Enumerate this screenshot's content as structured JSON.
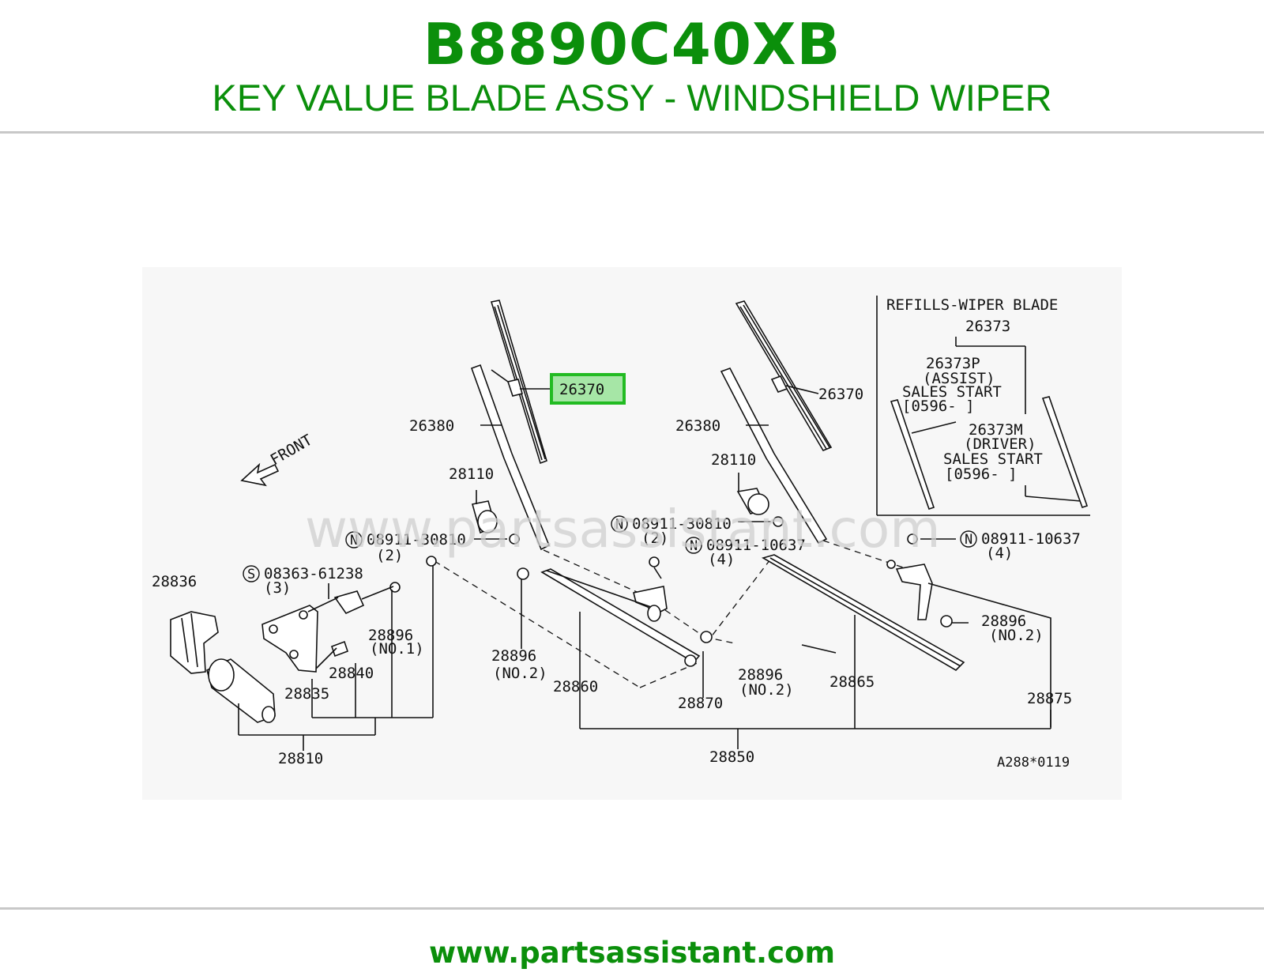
{
  "header": {
    "part_number": "B8890C40XB",
    "part_name": "KEY VALUE BLADE ASSY - WINDSHIELD WIPER"
  },
  "diagram": {
    "watermark": "www.partsassistant.com",
    "front_label": "FRONT",
    "highlight_label": "26370",
    "labels": {
      "blade_right": "26370",
      "arm_left": "26380",
      "arm_right": "26380",
      "pivot_cap_left": "28110",
      "pivot_cap_right": "28110",
      "nut_left_1": "08911-30810",
      "nut_left_1_qty": "(2)",
      "nut_mid_1": "08911-30810",
      "nut_mid_1_qty": "(2)",
      "nut_mid_2": "08911-10637",
      "nut_mid_2_qty": "(4)",
      "nut_right": "08911-10637",
      "nut_right_qty": "(4)",
      "screw": "08363-61238",
      "screw_qty": "(3)",
      "cover": "28836",
      "bush_no1": "28896",
      "bush_no1_tag": "(NO.1)",
      "bush_no2_a": "28896",
      "bush_no2_a_tag": "(NO.2)",
      "bush_no2_b": "28896",
      "bush_no2_b_tag": "(NO.2)",
      "bush_no2_c": "28896",
      "bush_no2_c_tag": "(NO.2)",
      "bracket": "28840",
      "motor": "28835",
      "motor_assy": "28810",
      "link_1": "28860",
      "link_2": "28870",
      "link_3": "28865",
      "link_4": "28875",
      "linkage_assy": "28850",
      "figure_code": "A288*0119"
    },
    "refills": {
      "title": "REFILLS-WIPER BLADE",
      "part": "26373",
      "assist_part": "26373P",
      "assist_tag": "(ASSIST)",
      "assist_sales": "SALES START",
      "assist_date": "[0596-     ]",
      "driver_part": "26373M",
      "driver_tag": "(DRIVER)",
      "driver_sales": "SALES START",
      "driver_date": "[0596-     ]"
    },
    "colors": {
      "highlight_border": "#22bb22",
      "highlight_fill": "#a6e6a6",
      "brand": "#0b8f0b"
    }
  },
  "footer": {
    "url": "www.partsassistant.com"
  }
}
